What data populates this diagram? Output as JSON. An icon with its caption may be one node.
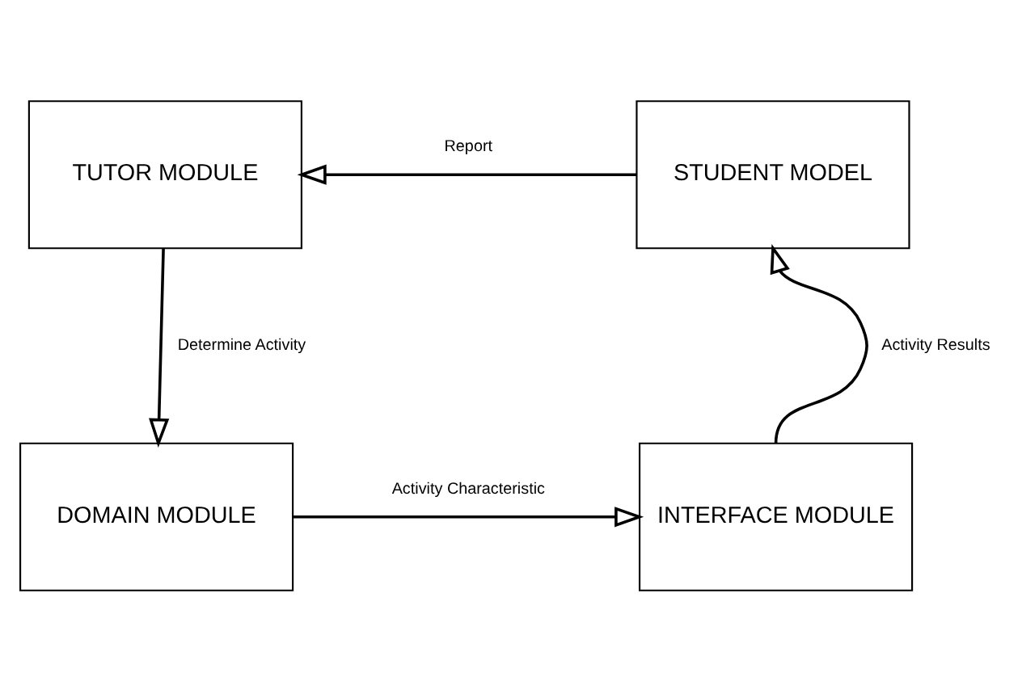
{
  "diagram": {
    "nodes": [
      {
        "text": [
          "TUTOR MODULE"
        ]
      },
      {
        "text": [
          "STUDENT MODEL"
        ]
      },
      {
        "text": [
          "DOMAIN MODULE"
        ]
      },
      {
        "text": [
          "INTERFACE MODULE"
        ]
      }
    ],
    "edges": [
      {
        "from": 1,
        "to": 0,
        "arrow": "to",
        "label": "Report"
      },
      {
        "from": 0,
        "to": 2,
        "arrow": "to",
        "label": "Determine Activity"
      },
      {
        "from": 2,
        "to": 3,
        "arrow": "to",
        "label": "Activity Characteristic"
      },
      {
        "from": 3,
        "to": 1,
        "arrow": "to",
        "label": "Activity Results"
      }
    ]
  }
}
